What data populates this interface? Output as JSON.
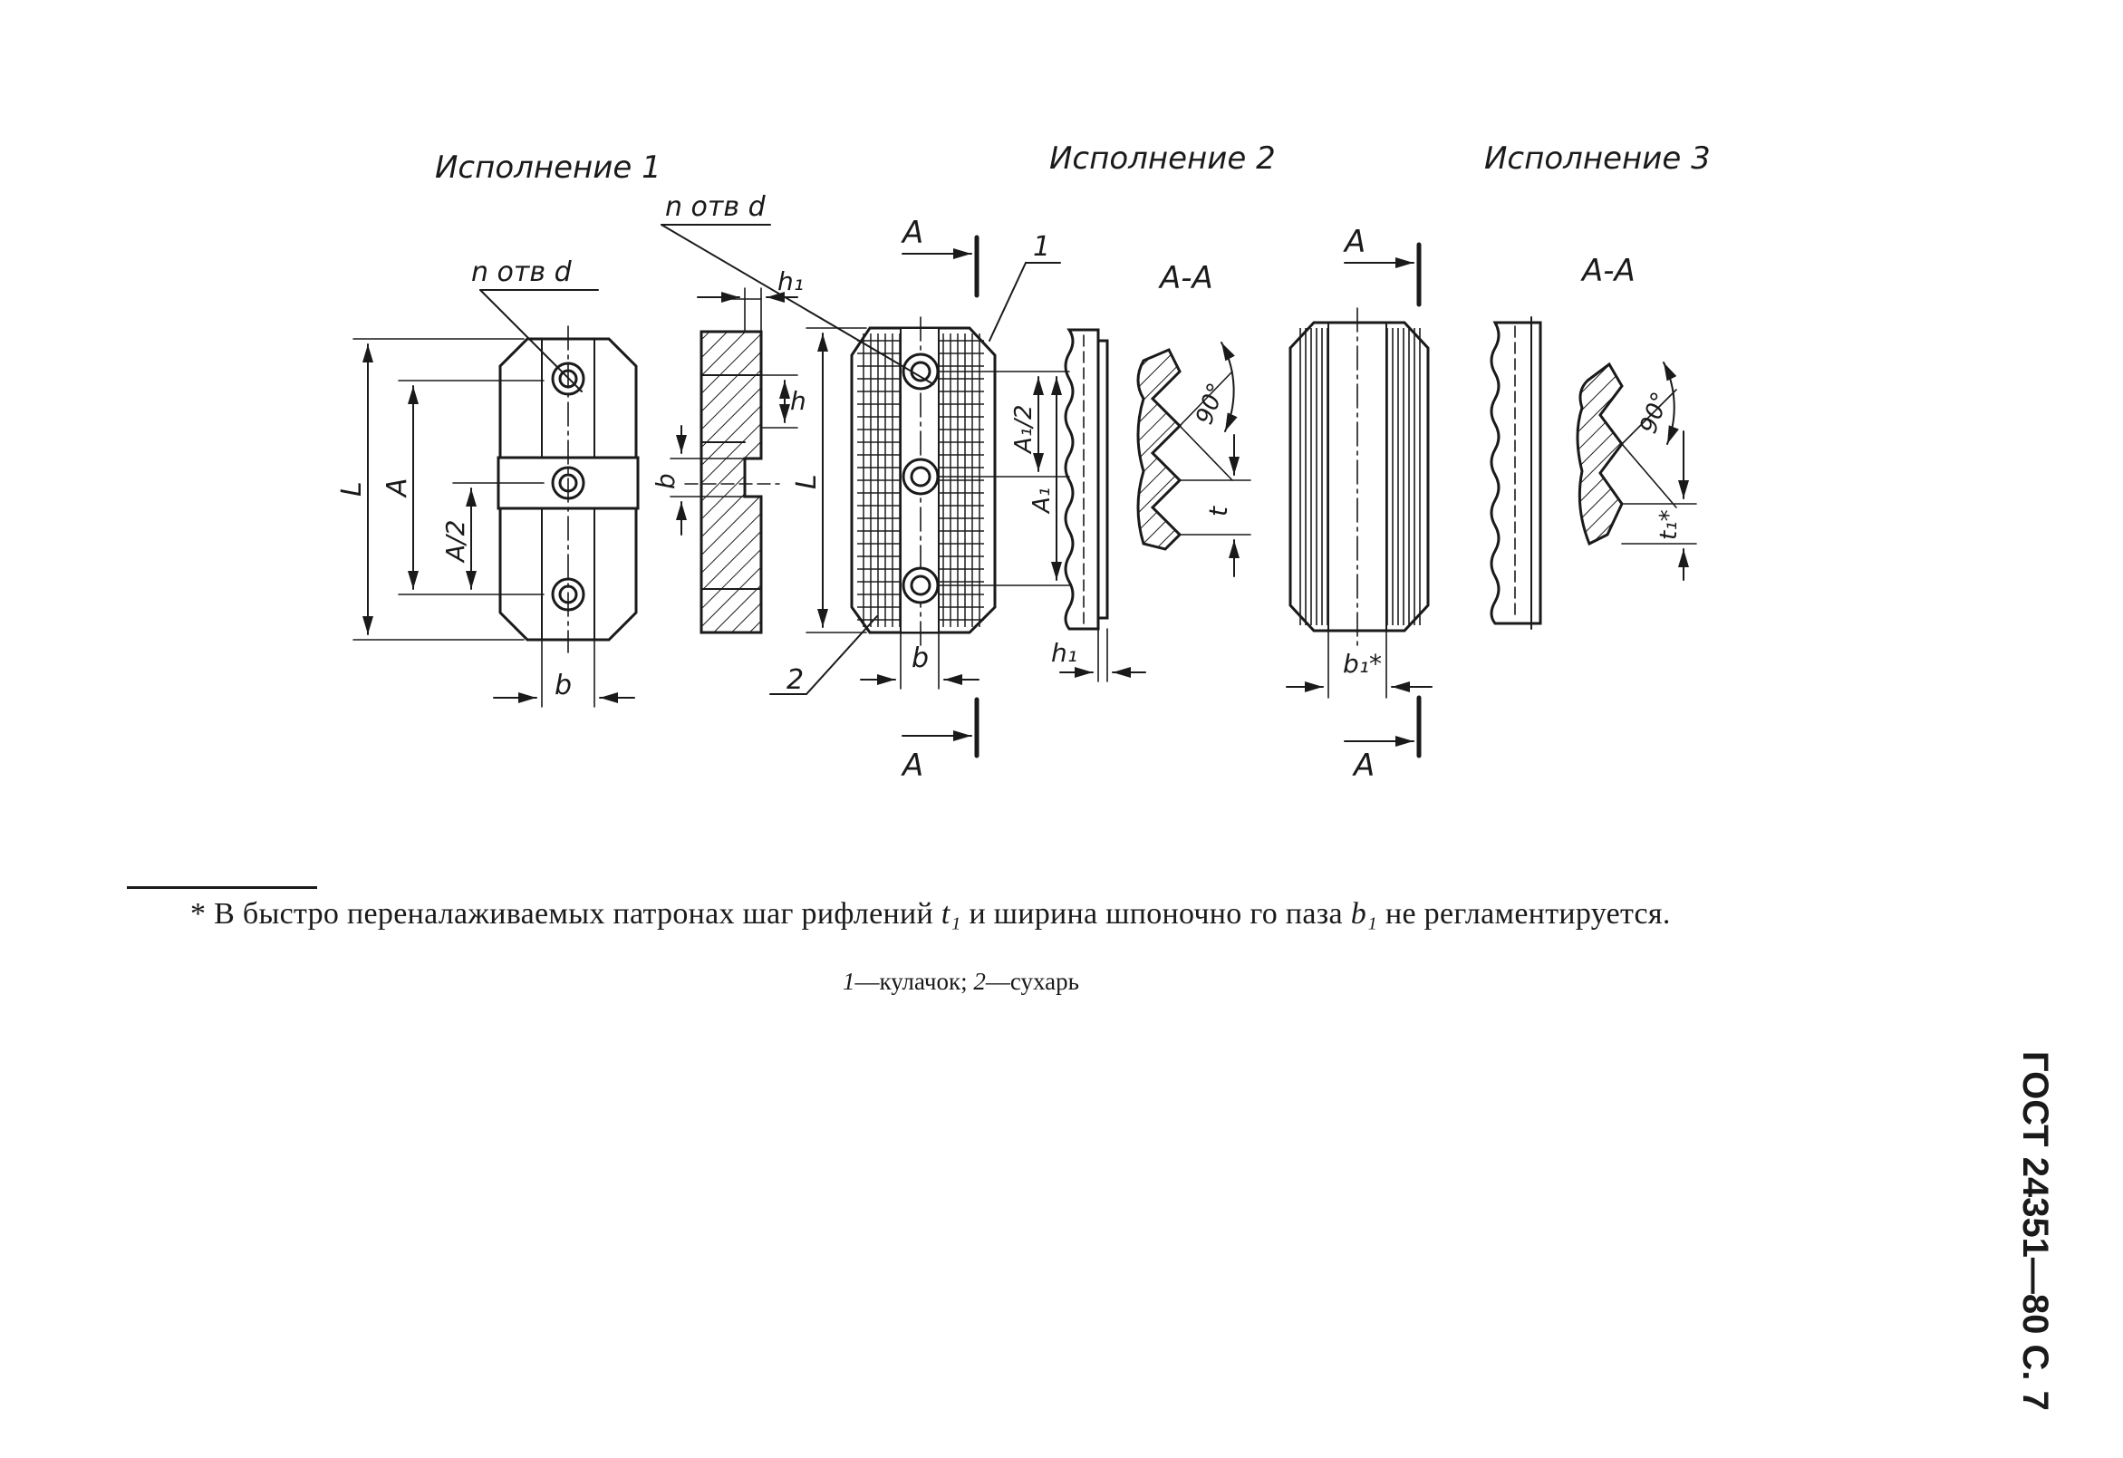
{
  "headings": {
    "variant1": "Исполнение 1",
    "variant2": "Исполнение 2",
    "variant3": "Исполнение 3"
  },
  "labels": {
    "holes": "n отв d",
    "section": "A-A",
    "arrow": "A",
    "L": "L",
    "A_dim": "A",
    "A_half": "A/2",
    "A1": "A₁",
    "A1_half": "A₁/2",
    "b": "b",
    "b1": "b₁*",
    "h": "h",
    "h1": "h₁",
    "t": "t",
    "t1": "t₁*",
    "angle": "90°",
    "pos1": "1",
    "pos2": "2"
  },
  "footnote": {
    "star": "*",
    "text_a": "В быстро переналаживаемых патронах шаг рифлений",
    "var_t1": "t₁",
    "text_b": "и ширина шпоночно го паза",
    "var_b1": "b₁",
    "text_c": "не регламентируется."
  },
  "legend": {
    "item1_num": "1",
    "item1_text": "—кулачок;",
    "item2_num": "2",
    "item2_text": "—сухарь"
  },
  "page_ref": "ГОСТ 24351—80 С. 7"
}
